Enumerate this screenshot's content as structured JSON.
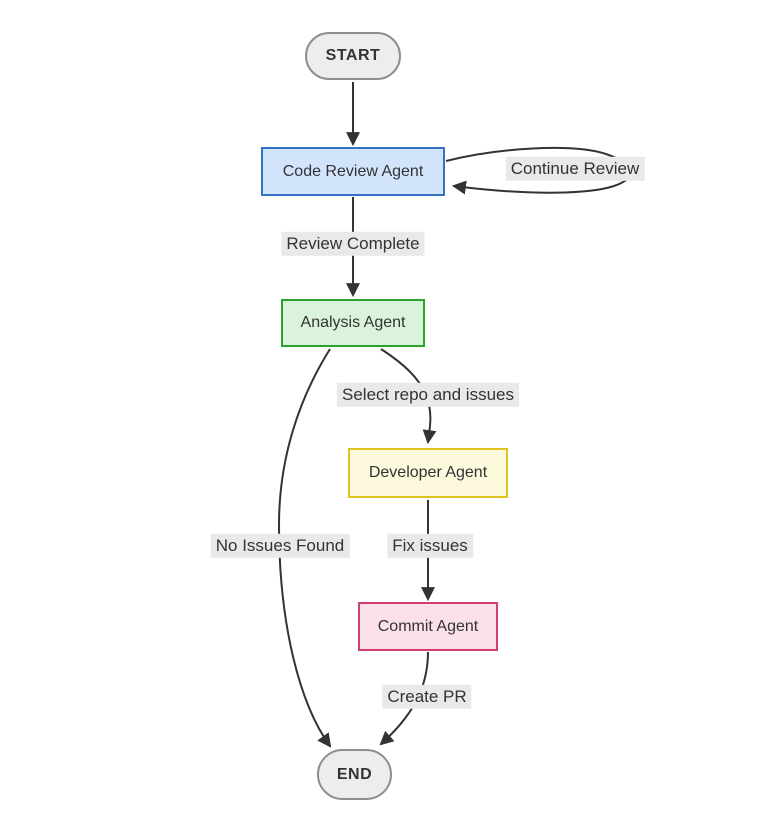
{
  "diagram": {
    "type": "flowchart",
    "background_color": "#ffffff",
    "edge_color": "#333333",
    "edge_label_background": "#e9e9e9",
    "text_color": "#333333",
    "nodes": [
      {
        "id": "start",
        "label": "START",
        "shape": "stadium",
        "fill": "#ededed",
        "border": "#8e8e8e"
      },
      {
        "id": "code-review-agent",
        "label": "Code Review Agent",
        "shape": "rect",
        "fill": "#d2e4fb",
        "border": "#3273c5"
      },
      {
        "id": "analysis-agent",
        "label": "Analysis Agent",
        "shape": "rect",
        "fill": "#daf3da",
        "border": "#2aa32a"
      },
      {
        "id": "developer-agent",
        "label": "Developer Agent",
        "shape": "rect",
        "fill": "#fcf9dc",
        "border": "#dfc31d"
      },
      {
        "id": "commit-agent",
        "label": "Commit Agent",
        "shape": "rect",
        "fill": "#fbdfeb",
        "border": "#cf3e73"
      },
      {
        "id": "end",
        "label": "END",
        "shape": "stadium",
        "fill": "#ededed",
        "border": "#8e8e8e"
      }
    ],
    "edges": [
      {
        "from": "start",
        "to": "code-review-agent",
        "label": ""
      },
      {
        "from": "code-review-agent",
        "to": "code-review-agent",
        "label": "Continue Review"
      },
      {
        "from": "code-review-agent",
        "to": "analysis-agent",
        "label": "Review Complete"
      },
      {
        "from": "analysis-agent",
        "to": "developer-agent",
        "label": "Select repo and issues"
      },
      {
        "from": "analysis-agent",
        "to": "end",
        "label": "No Issues Found"
      },
      {
        "from": "developer-agent",
        "to": "commit-agent",
        "label": "Fix issues"
      },
      {
        "from": "commit-agent",
        "to": "end",
        "label": "Create PR"
      }
    ]
  }
}
